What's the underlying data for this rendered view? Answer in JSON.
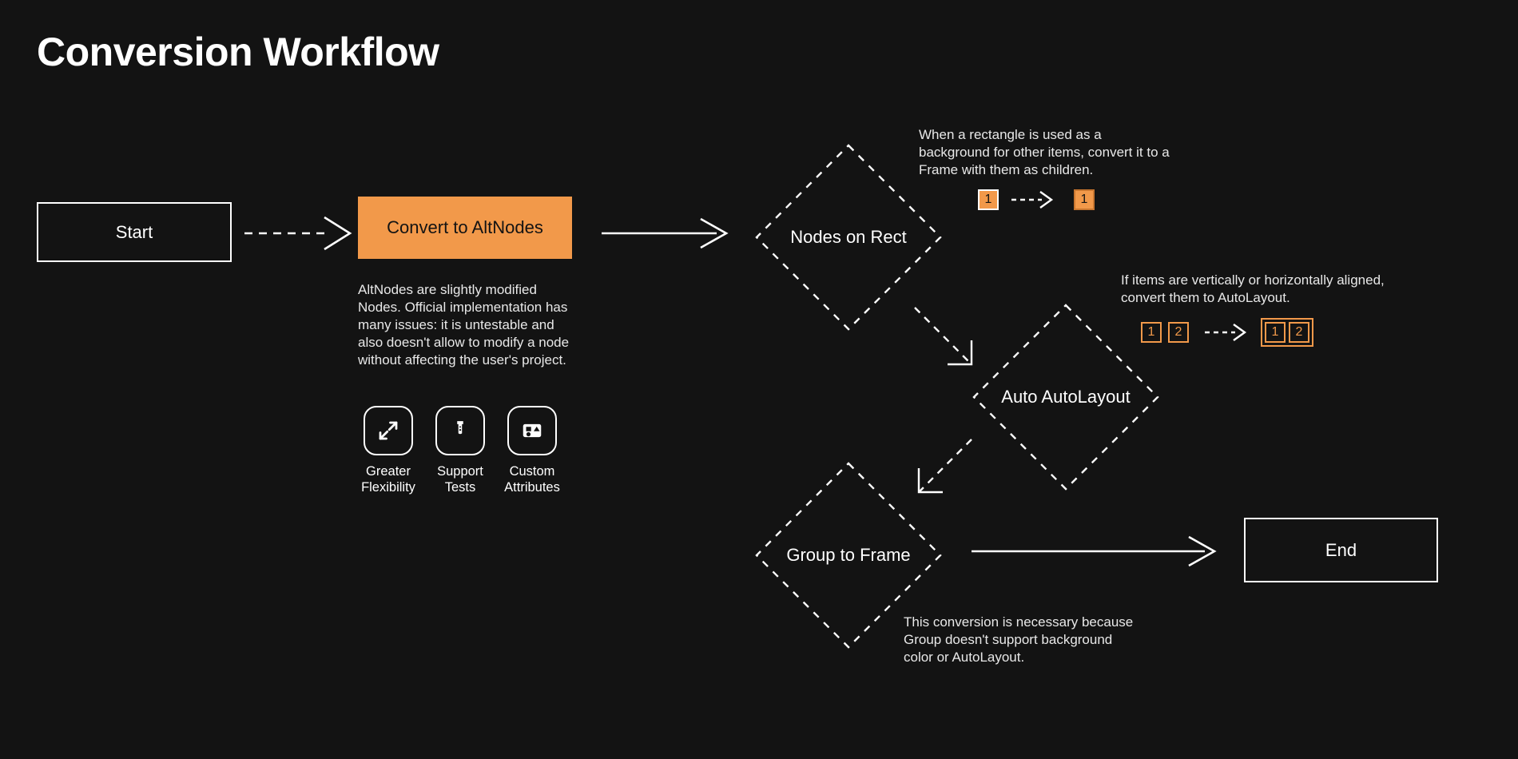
{
  "page": {
    "title": "Conversion Workflow",
    "background_color": "#131313",
    "accent_color": "#F2994A"
  },
  "nodes": {
    "start": {
      "label": "Start",
      "shape": "rectangle"
    },
    "convert": {
      "label": "Convert to AltNodes",
      "shape": "rectangle",
      "fill": "#F2994A"
    },
    "nodes_on_rect": {
      "label": "Nodes on Rect",
      "shape": "diamond"
    },
    "auto_autolayout": {
      "label": "Auto AutoLayout",
      "shape": "diamond"
    },
    "group_to_frame": {
      "label": "Group to Frame",
      "shape": "diamond"
    },
    "end": {
      "label": "End",
      "shape": "rectangle"
    }
  },
  "convert_note": "AltNodes are slightly modified Nodes. Official implementation has many issues: it is untestable and also doesn't allow to modify a node without affecting the user's project.",
  "features": [
    {
      "icon": "expand-arrows-icon",
      "label": "Greater\nFlexibility"
    },
    {
      "icon": "test-tube-icon",
      "label": "Support\nTests"
    },
    {
      "icon": "shapes-panel-icon",
      "label": "Custom\nAttributes"
    }
  ],
  "annotations": {
    "nodes_on_rect": {
      "text": "When a rectangle is used as a background for other items, convert it to a Frame with them as children.",
      "before": [
        "1"
      ],
      "after": [
        "1"
      ],
      "grouped_after": false
    },
    "auto_autolayout": {
      "text": "If items are vertically or horizontally aligned, convert them to AutoLayout.",
      "before": [
        "1",
        "2"
      ],
      "after": [
        "1",
        "2"
      ],
      "grouped_after": true
    },
    "group_to_frame": {
      "text": "This conversion is necessary because Group doesn't support background color or AutoLayout."
    }
  },
  "edges": [
    {
      "from": "start",
      "to": "convert",
      "style": "dashed"
    },
    {
      "from": "convert",
      "to": "nodes_on_rect",
      "style": "solid"
    },
    {
      "from": "nodes_on_rect",
      "to": "auto_autolayout",
      "style": "dashed"
    },
    {
      "from": "auto_autolayout",
      "to": "group_to_frame",
      "style": "dashed"
    },
    {
      "from": "group_to_frame",
      "to": "end",
      "style": "solid"
    }
  ]
}
